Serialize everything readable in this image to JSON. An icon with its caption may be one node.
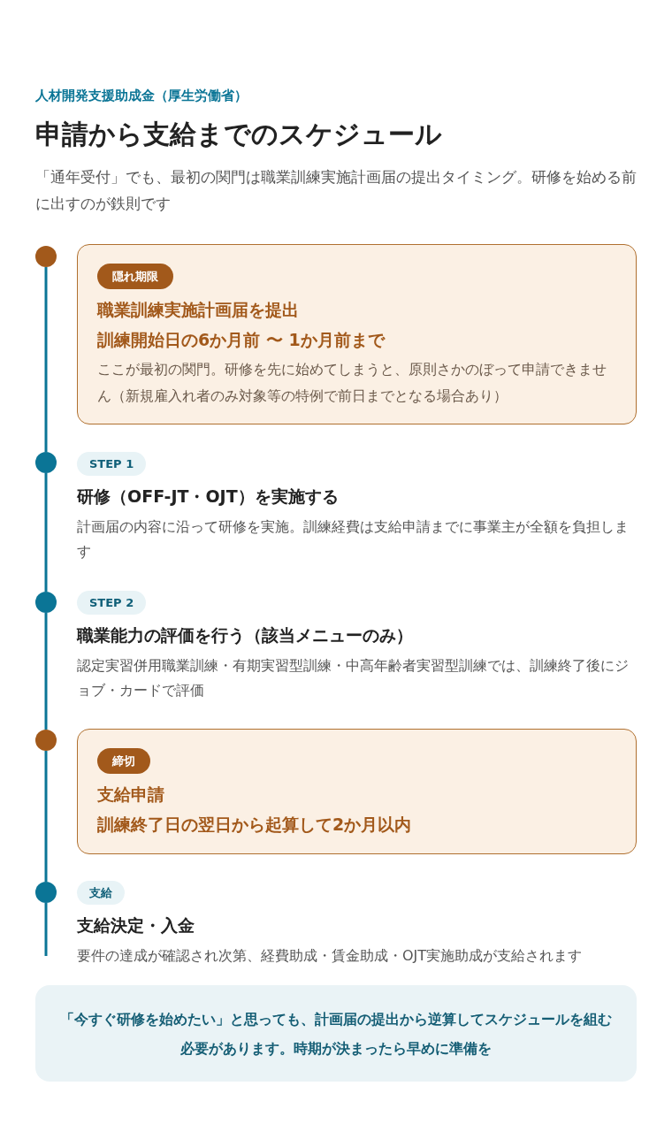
{
  "diagram": {
    "title": "申請から支給までのスケジュール",
    "nodes": [
      {
        "text": [],
        "shape": "circle"
      },
      {
        "text": [
          "職業訓練実施計画届を提出",
          "訓練開始日の6か月前 〜 1か月前まで",
          "ここが最初の関門。研修を先に始めてしまうと、原則さかのぼって申請できません（新規雇入れ者のみ対象等の特例で前日までとなる場合あり）"
        ]
      },
      {
        "text": [
          "隠れ期限"
        ],
        "in": 1
      },
      {
        "text": [],
        "shape": "circle"
      },
      {
        "text": [
          "STEP 1"
        ],
        "beside": [
          "研修（OFF-JT・OJT）を実施する",
          "計画届の内容に沿って研修を実施。訓練経費は支給申請までに事業主が全額を負担します"
        ]
      },
      {
        "text": [],
        "shape": "circle"
      },
      {
        "text": [
          "STEP 2"
        ],
        "beside": [
          "職業能力の評価を行う（該当メニューのみ）",
          "認定実習併用職業訓練・有期実習型訓練・中高年齢者実習型訓練では、訓練終了後にジョブ・カードで評価"
        ]
      },
      {
        "text": [],
        "shape": "circle"
      },
      {
        "text": [
          "支給申請",
          "訓練終了日の翌日から起算して2か月以内"
        ]
      },
      {
        "text": [
          "締切"
        ],
        "in": 8
      },
      {
        "text": [],
        "shape": "circle"
      },
      {
        "text": [
          "支給"
        ],
        "beside": [
          "支給決定・入金",
          "要件の達成が確認され次第、経費助成・賃金助成・OJT実施助成が支給されます"
        ]
      },
      {
        "text": [
          "「今すぐ研修を始めたい」と思っても、計画届の提出から逆算してスケジュールを組む必要があります。時期が決まったら早めに準備を"
        ]
      }
    ],
    "edges": [
      {
        "from": 0,
        "to": 3,
        "arrow": "none"
      },
      {
        "from": 3,
        "to": 5,
        "arrow": "none"
      },
      {
        "from": 5,
        "to": 7,
        "arrow": "none"
      },
      {
        "from": 7,
        "to": 10,
        "arrow": "none"
      },
      {
        "from": 10,
        "to": null,
        "arrow": "none"
      }
    ],
    "labels": [
      "人材開発支援助成金（厚生労働省）",
      "「通年受付」でも、最初の関門は職業訓練実施計画届の提出タイミング。研修を始める前に出すのが鉄則です"
    ]
  }
}
